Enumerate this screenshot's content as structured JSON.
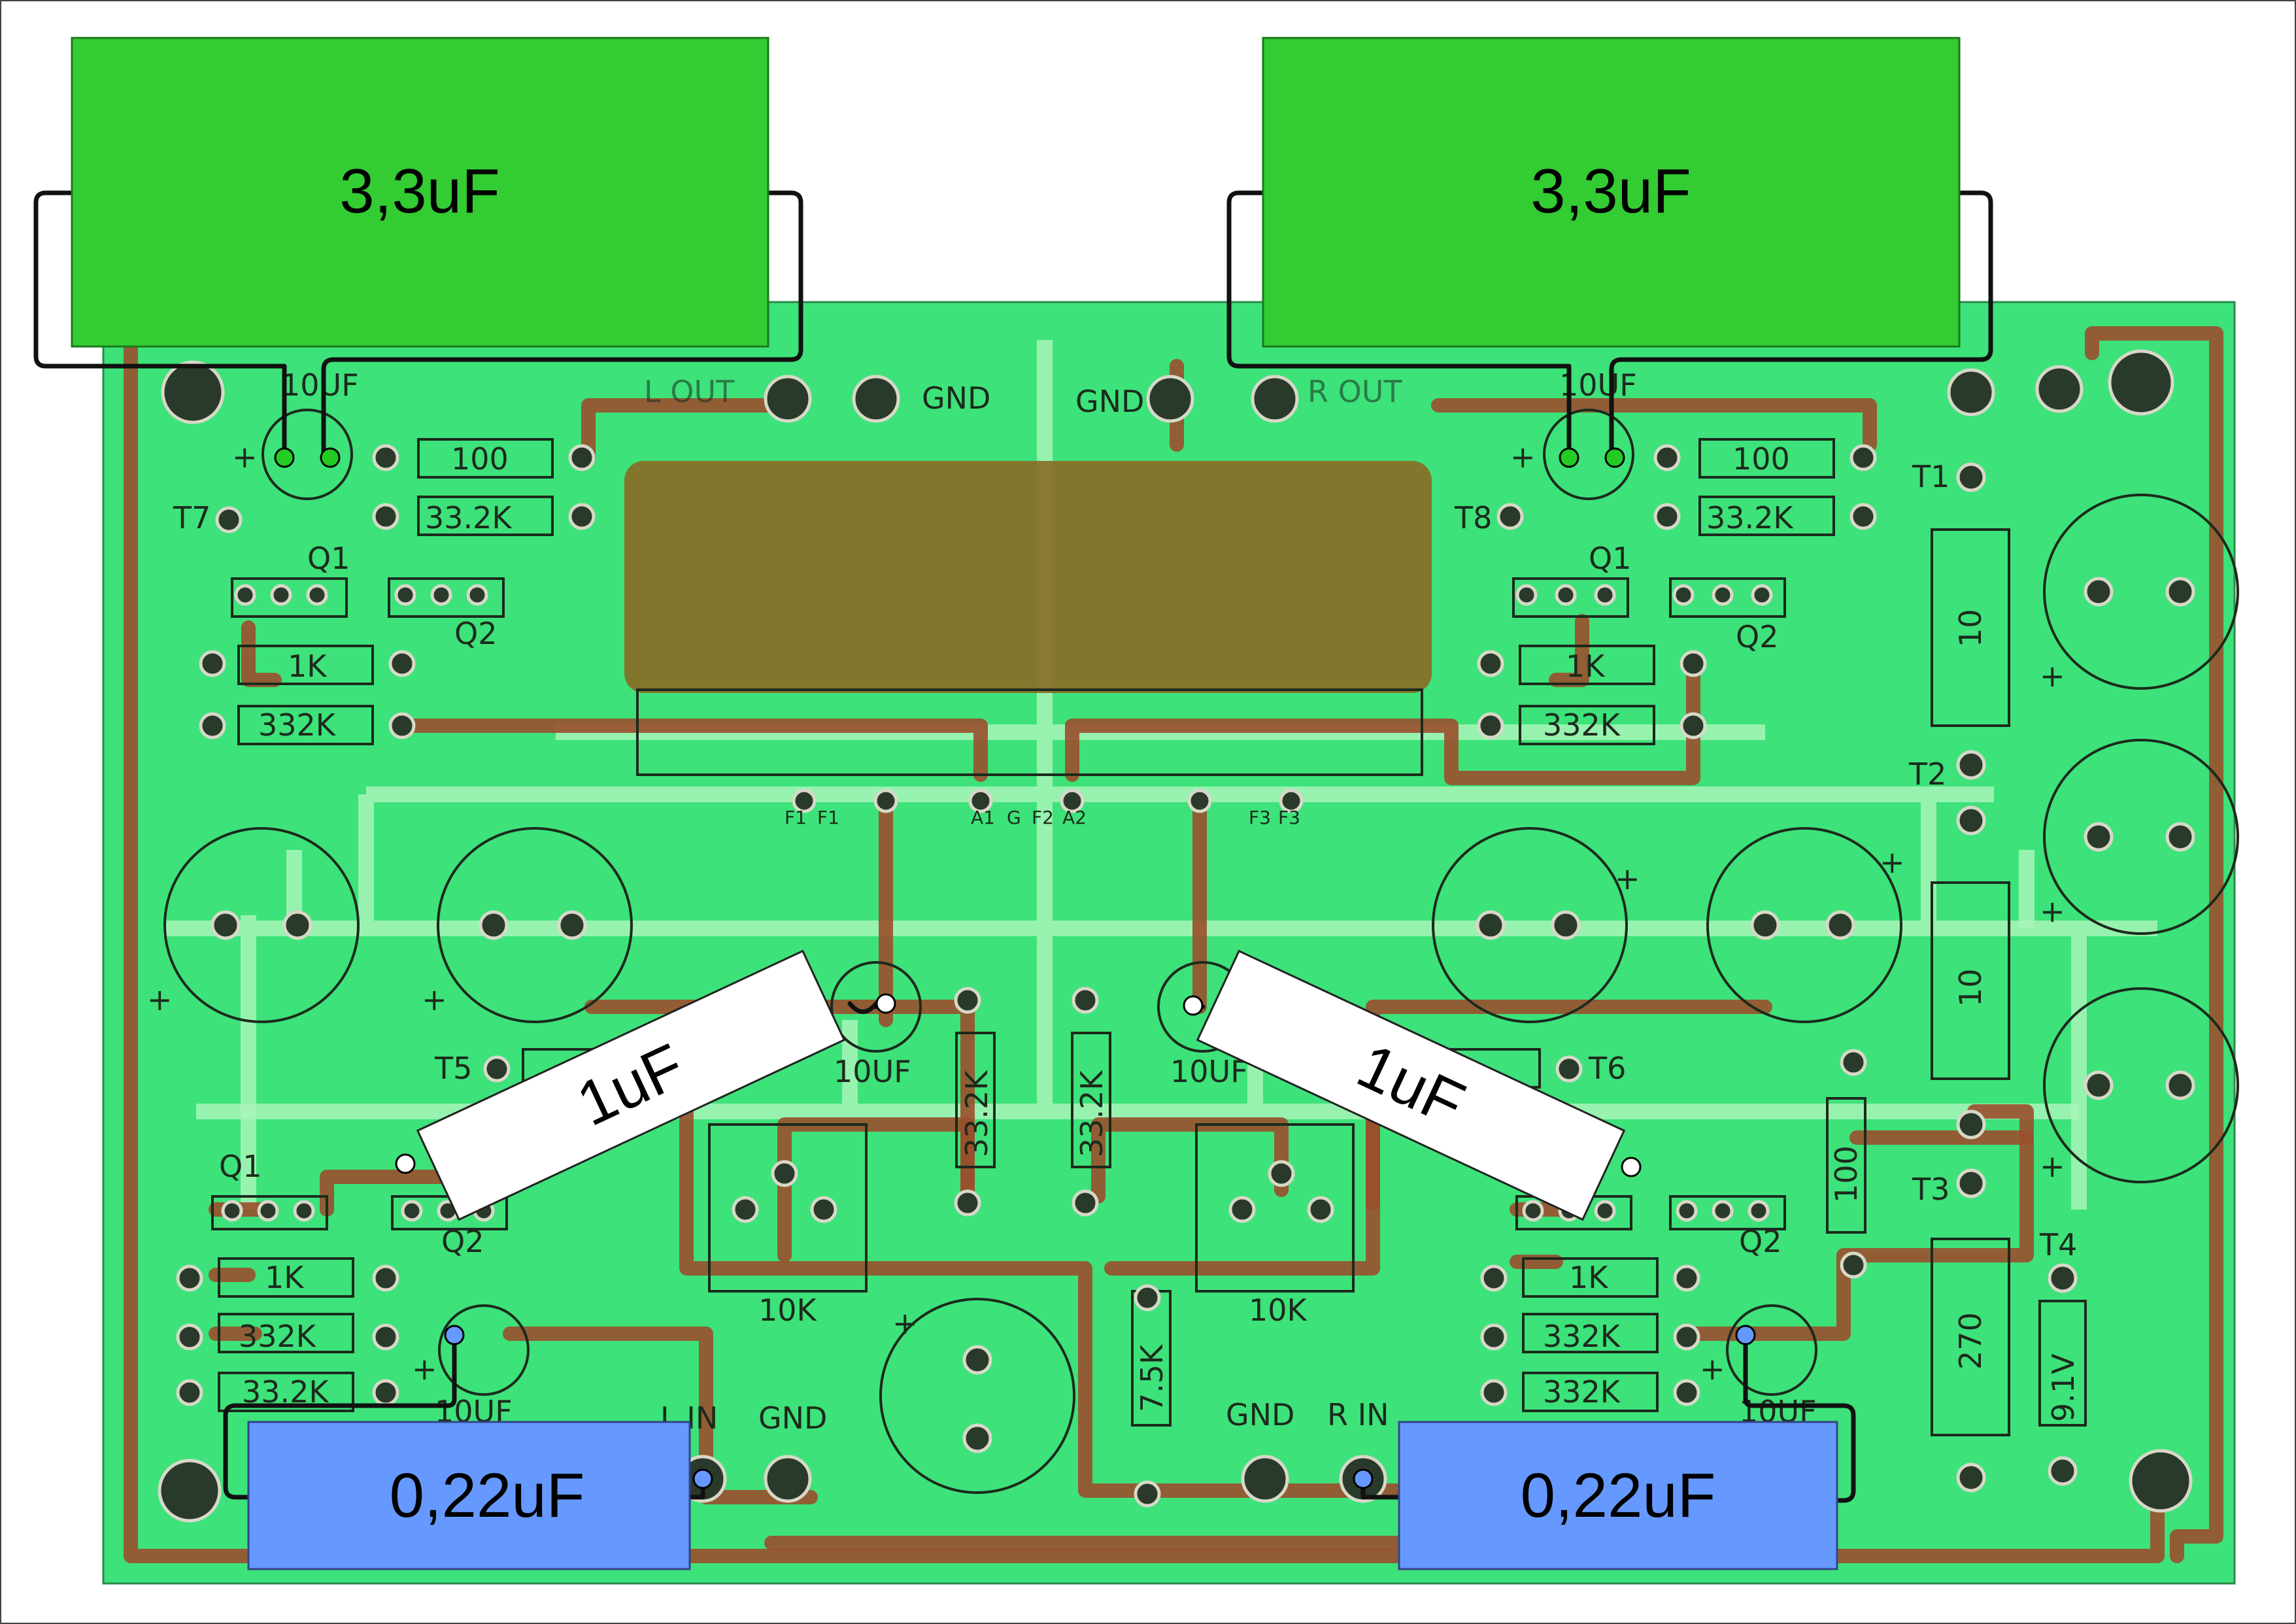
{
  "capacitors": {
    "top_left": "3,3uF",
    "top_right": "3,3uF",
    "mid_left": "1uF",
    "mid_right": "1uF",
    "bottom_left": "0,22uF",
    "bottom_right": "0,22uF"
  },
  "board_labels": {
    "gnd": "GND",
    "l_out": "L OUT",
    "r_out": "R OUT",
    "l_in": "L IN",
    "r_in": "R IN",
    "plus": "+",
    "ten_uf": "10UF",
    "r100": "100",
    "r33_2k": "33.2K",
    "r332k": "332K",
    "r1k": "1K",
    "r10k": "10K",
    "r7_5k": "7.5K",
    "r10": "10",
    "r270": "270",
    "v9_1": "9.1V",
    "q1": "Q1",
    "q2": "Q2",
    "t1": "T1",
    "t2": "T2",
    "t3": "T3",
    "t4": "T4",
    "t5": "T5",
    "t6": "T6",
    "t7": "T7",
    "t8": "T8",
    "f1": "F1",
    "g": "G",
    "f2": "F2",
    "f3": "F3",
    "a1": "A1",
    "a2": "A2"
  },
  "colors": {
    "board": "#3de27a",
    "trace": "#9a4f2c",
    "cap_green": "#33cc33",
    "cap_blue": "#6699ff",
    "cap_white": "#ffffff",
    "wire": "#111111"
  }
}
